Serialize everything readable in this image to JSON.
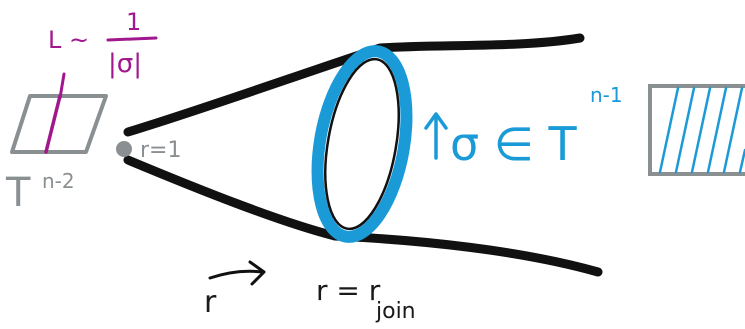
{
  "colors": {
    "ink": "#111111",
    "gray": "#8a8f92",
    "magenta": "#a0178e",
    "blue": "#1a9ad6",
    "background": "#ffffff"
  },
  "labels": {
    "torus_small": "T",
    "torus_small_exp": "n-2",
    "length_lead": "L ~",
    "length_num": "1",
    "length_den": "|σ|",
    "r_equals_one": "r=1",
    "sigma_in": "σ ∈ T",
    "sigma_exp": "n-1",
    "r_var": "r",
    "r_join": "r = r",
    "r_join_sub": "join"
  }
}
